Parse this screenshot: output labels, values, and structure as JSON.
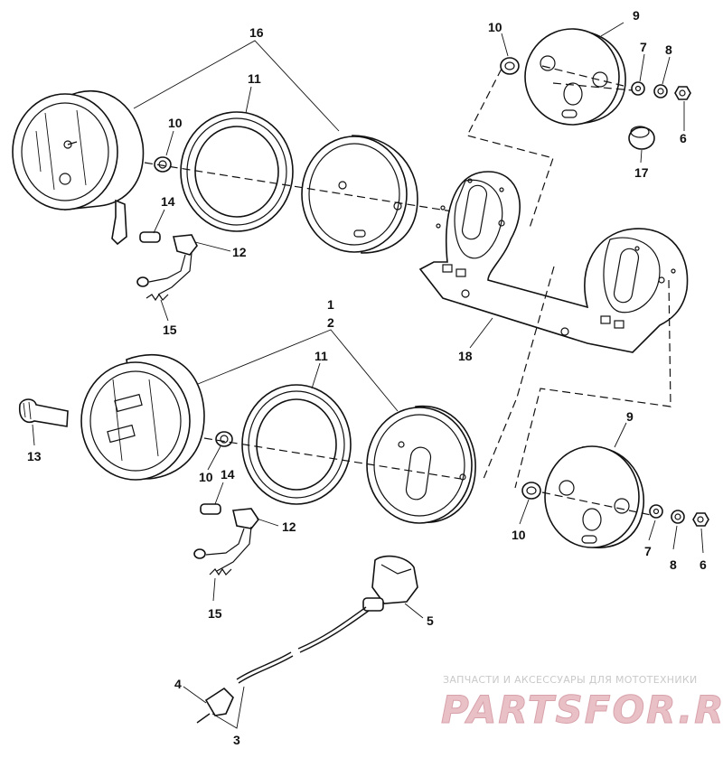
{
  "labels": {
    "l16": "16",
    "l11a": "11",
    "l10a": "10",
    "l14a": "14",
    "l12a": "12",
    "l15a": "15",
    "l9a": "9",
    "l10b": "10",
    "l7a": "7",
    "l8a": "8",
    "l6a": "6",
    "l17": "17",
    "l18": "18",
    "l1": "1",
    "l2": "2",
    "l11b": "11",
    "l13": "13",
    "l10c": "10",
    "l14b": "14",
    "l12b": "12",
    "l15b": "15",
    "l9b": "9",
    "l10d": "10",
    "l7b": "7",
    "l8b": "8",
    "l6b": "6",
    "l5": "5",
    "l4": "4",
    "l3": "3"
  },
  "watermark": {
    "tagline": "ЗАПЧАСТИ И АКСЕССУАРЫ ДЛЯ МОТОТЕХНИКИ",
    "brand": "PARTSFOR.RU"
  },
  "colors": {
    "ink": "#111111",
    "watermark": "#e8c0c6"
  }
}
